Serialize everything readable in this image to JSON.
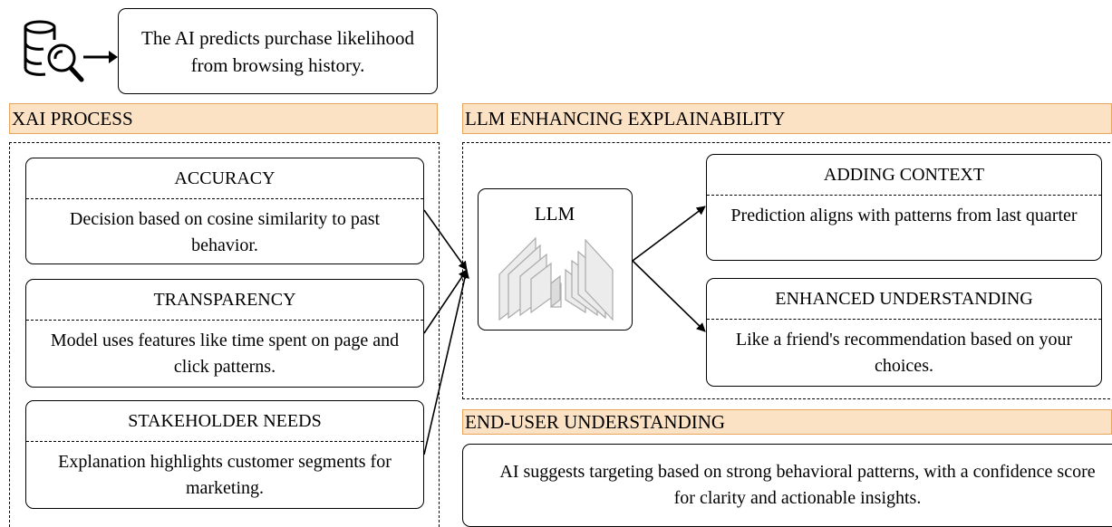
{
  "top": {
    "icon": "database-search-icon",
    "text": "The AI predicts purchase likelihood from browsing history."
  },
  "xai": {
    "header": "XAI PROCESS",
    "cards": [
      {
        "title": "ACCURACY",
        "body": "Decision based on cosine similarity  to past behavior."
      },
      {
        "title": "TRANSPARENCY",
        "body": "Model uses features like time spent on page and click patterns."
      },
      {
        "title": "STAKEHOLDER NEEDS",
        "body": "Explanation highlights customer segments for marketing."
      }
    ]
  },
  "llm": {
    "header": "LLM ENHANCING EXPLAINABILITY",
    "model_label": "LLM",
    "model_icon": "neural-network-icon",
    "cards": [
      {
        "title": "ADDING CONTEXT",
        "body": "Prediction aligns with patterns from last quarter"
      },
      {
        "title": "ENHANCED UNDERSTANDING",
        "body": "Like a friend's recommendation based on your choices."
      }
    ]
  },
  "end_user": {
    "header": "END-USER UNDERSTANDING",
    "body": "AI suggests targeting based on strong behavioral patterns, with a confidence score for clarity and actionable insights."
  },
  "colors": {
    "header_fill": "#fbe2c4",
    "header_border": "#e8a55a",
    "icon_gray": "#e6e6e6"
  }
}
